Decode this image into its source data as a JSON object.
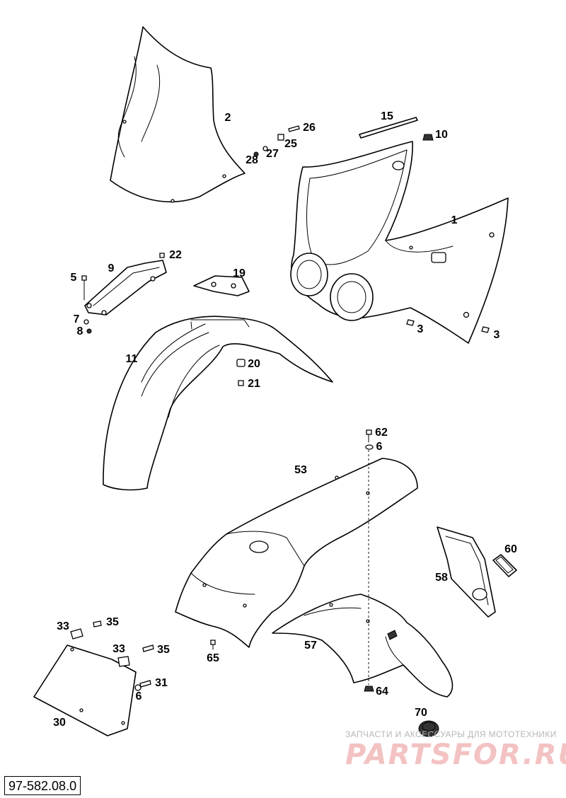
{
  "labels": {
    "p1": "1",
    "p2": "2",
    "p3a": "3",
    "p3b": "3",
    "p5": "5",
    "p6a": "6",
    "p6b": "6",
    "p7": "7",
    "p8": "8",
    "p9": "9",
    "p10": "10",
    "p11": "11",
    "p15": "15",
    "p19": "19",
    "p20": "20",
    "p21": "21",
    "p22": "22",
    "p25": "25",
    "p26": "26",
    "p27": "27",
    "p28": "28",
    "p30": "30",
    "p31": "31",
    "p33a": "33",
    "p33b": "33",
    "p35a": "35",
    "p35b": "35",
    "p53": "53",
    "p57": "57",
    "p58": "58",
    "p60": "60",
    "p62": "62",
    "p64": "64",
    "p65": "65",
    "p70": "70"
  },
  "drawing_number": "97-582.08.0",
  "watermark": {
    "caption": "ЗАПЧАСТИ И АКСЕССУАРЫ ДЛЯ МОТОТЕХНИКИ",
    "logo": "PARTSFOR.RU",
    "color": "#f3c2c2"
  },
  "colors": {
    "line": "#000000",
    "background": "#ffffff"
  }
}
